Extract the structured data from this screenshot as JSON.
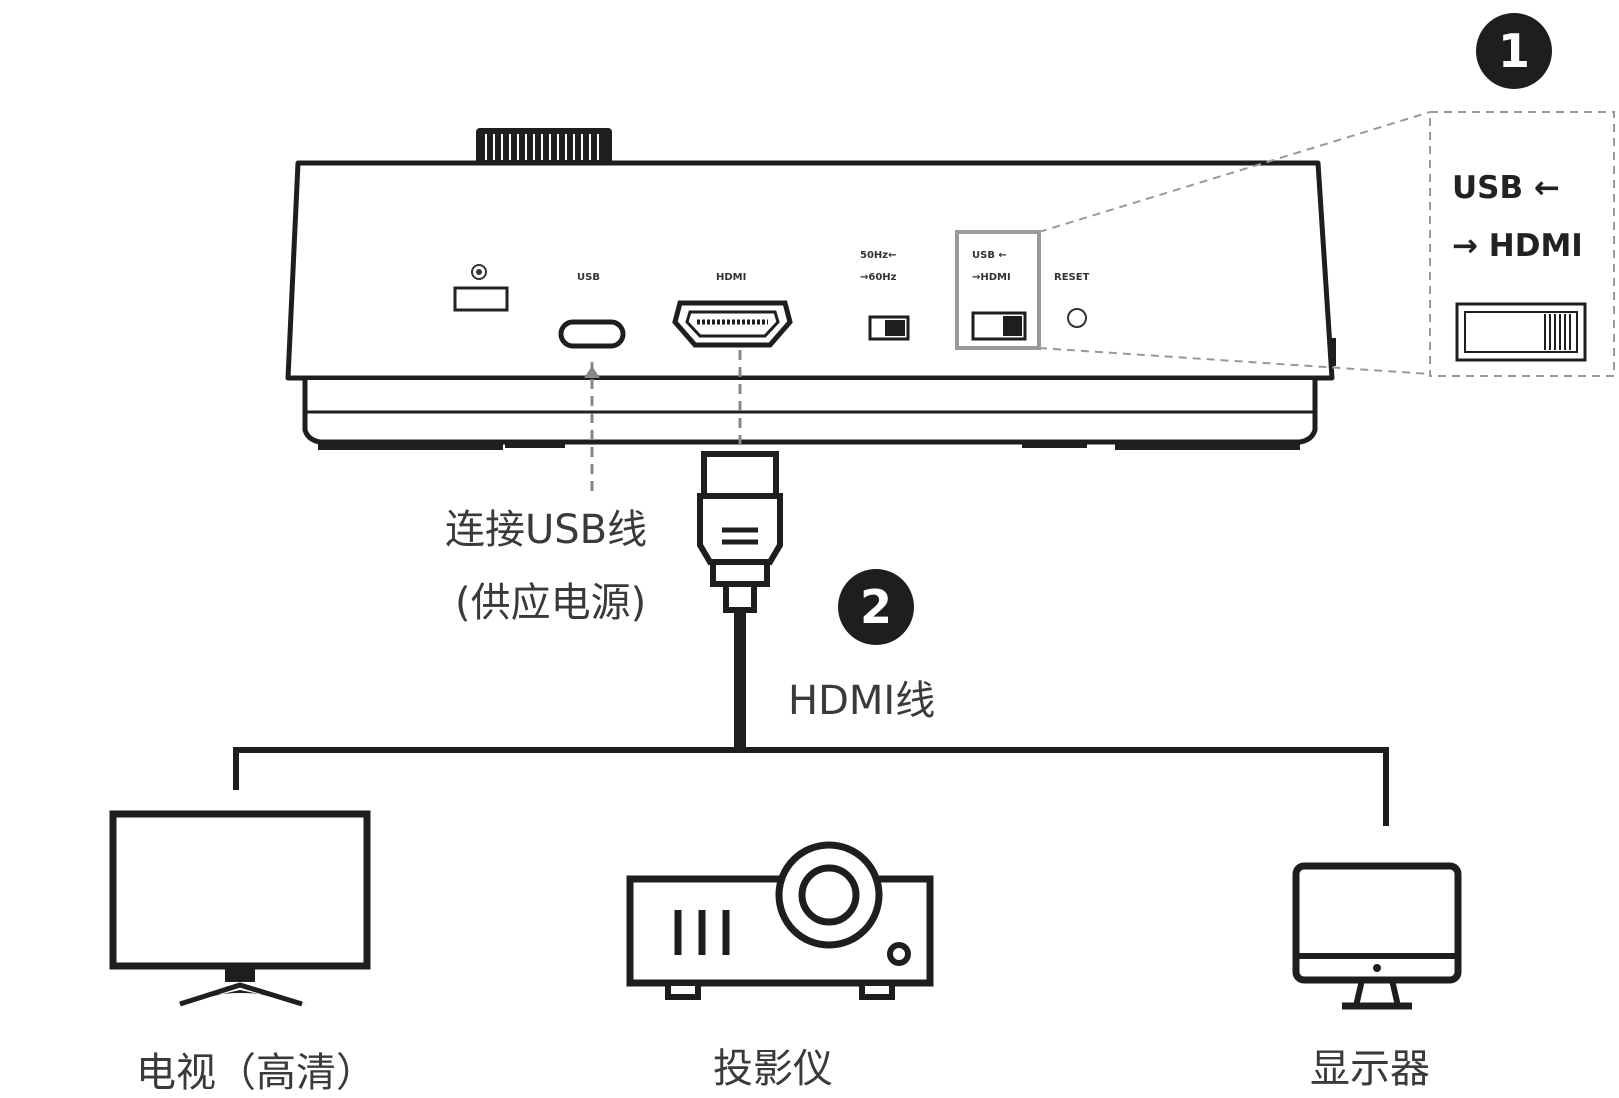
{
  "callout1": "1",
  "callout2": "2",
  "device": {
    "port_usb": "USB",
    "port_hdmi": "HDMI",
    "freq_switch_top": "50Hz←",
    "freq_switch_bottom": "→60Hz",
    "mode_switch_top": "USB ←",
    "mode_switch_bottom": "→HDMI",
    "reset": "RESET"
  },
  "zoom": {
    "line1": "USB ←",
    "line2": "→ HDMI"
  },
  "usb_cable": {
    "line1": "连接USB线",
    "line2": "(供应电源)"
  },
  "hdmi_cable_label": "HDMI线",
  "outputs": [
    {
      "label": "电视（高清）"
    },
    {
      "label": "投影仪"
    },
    {
      "label": "显示器"
    }
  ]
}
